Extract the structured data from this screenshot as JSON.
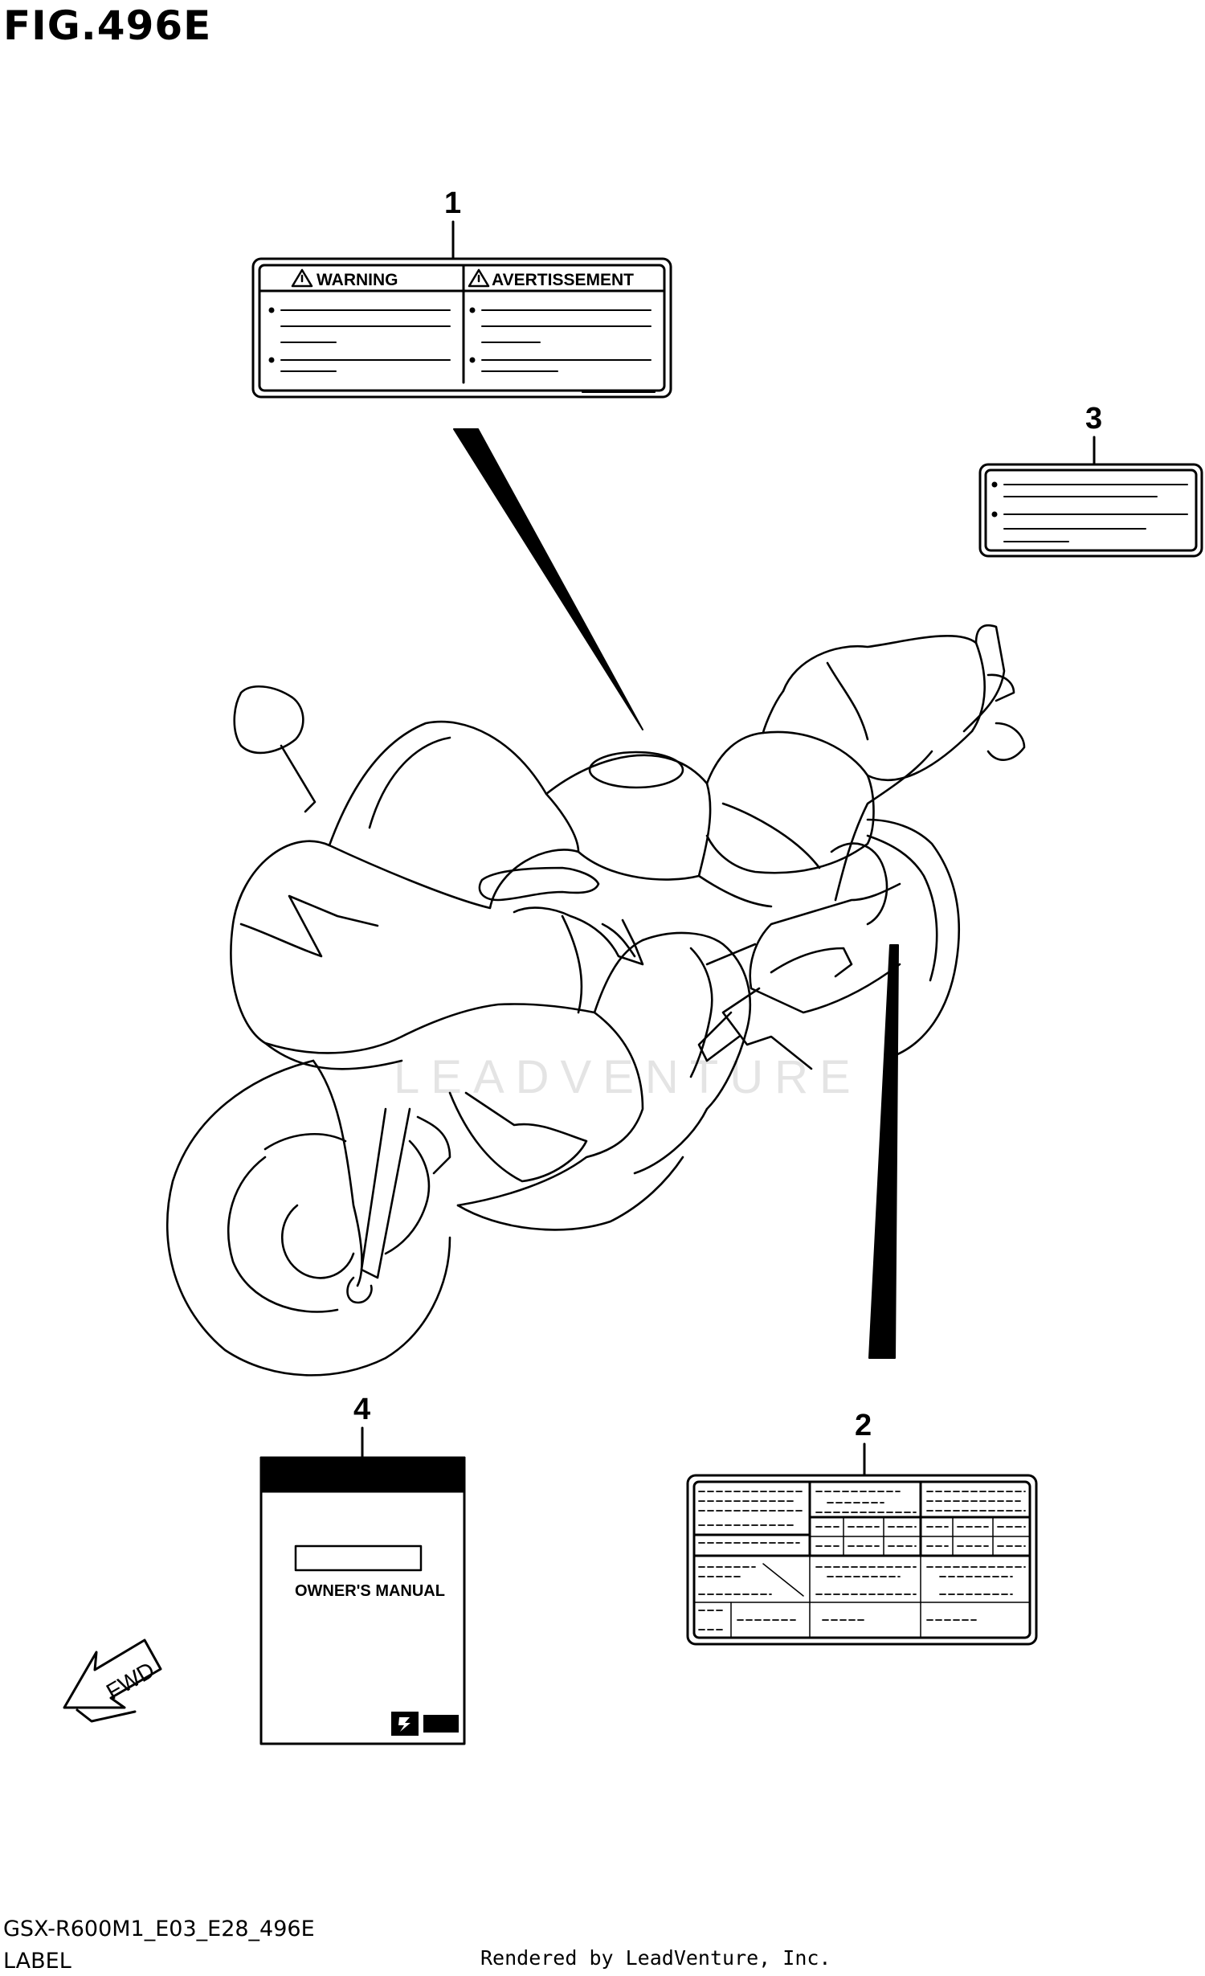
{
  "figure": {
    "title": "FIG.496E"
  },
  "callouts": [
    "1",
    "2",
    "3",
    "4"
  ],
  "label1": {
    "left_heading": "WARNING",
    "right_heading": "AVERTISSEMENT"
  },
  "manual": {
    "title": "OWNER'S MANUAL"
  },
  "fwd": {
    "text": "FWD"
  },
  "watermark": "LEADVENTURE",
  "footer": {
    "code": "GSX-R600M1_E03_E28_496E",
    "caption": "LABEL",
    "rendered": "Rendered by LeadVenture, Inc."
  },
  "icons": [
    "warning-triangle-icon",
    "fwd-arrow-icon",
    "suzuki-logo-icon"
  ]
}
